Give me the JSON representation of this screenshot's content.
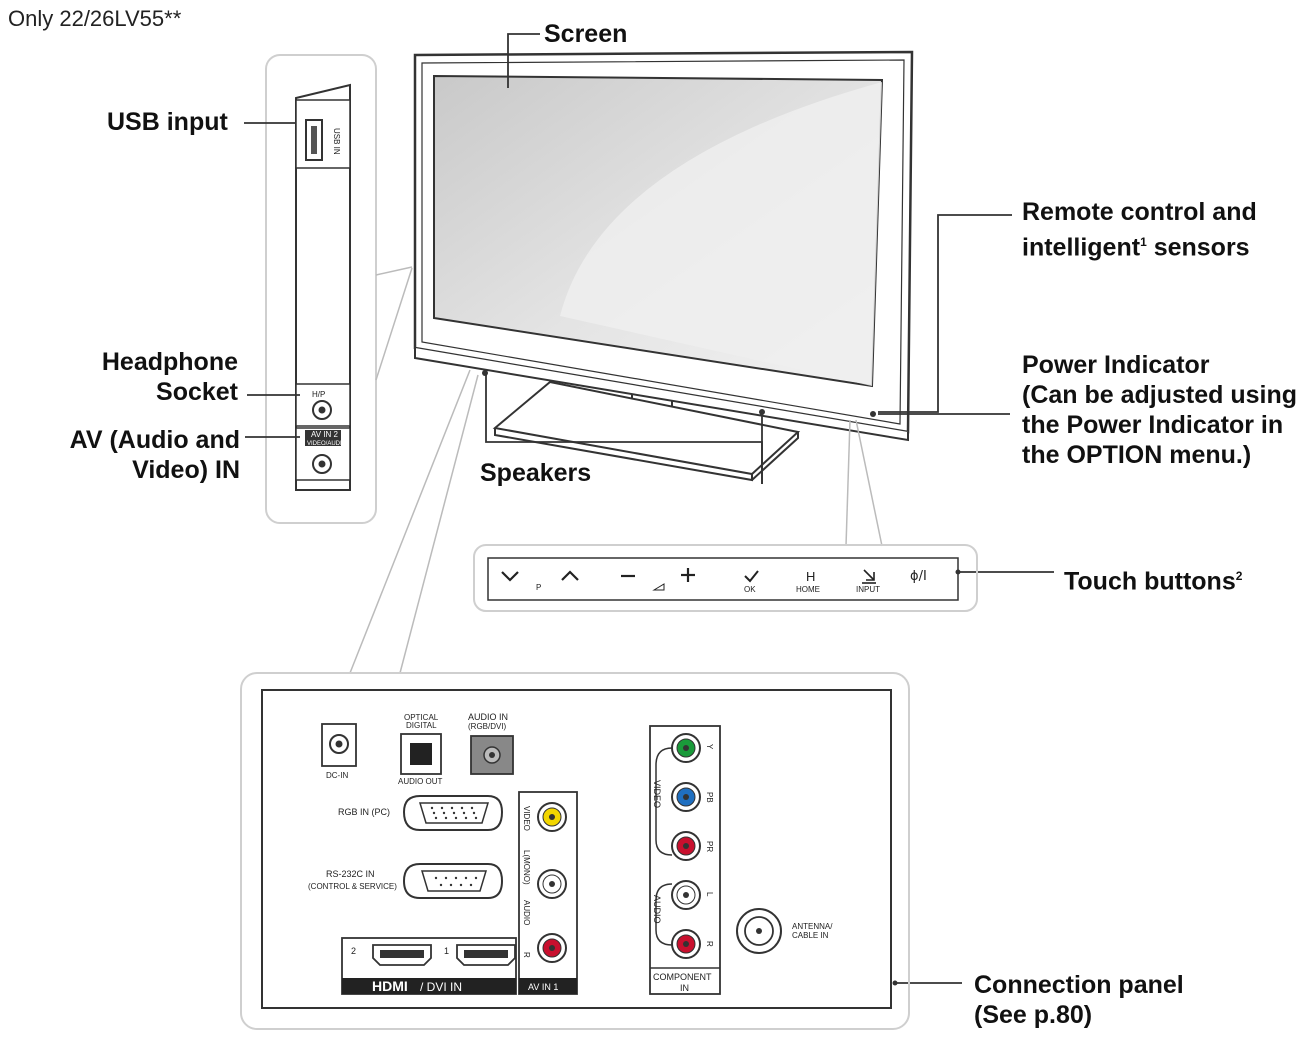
{
  "note": "Only 22/26LV55**",
  "labels": {
    "screen": "Screen",
    "usb_input": "USB input",
    "remote_sensor_line1": "Remote control and",
    "remote_sensor_line2_pre": "intelligent",
    "remote_sensor_sup": "1",
    "remote_sensor_line2_post": " sensors",
    "headphone_line1": "Headphone",
    "headphone_line2": "Socket",
    "av_line1": "AV (Audio and",
    "av_line2": "Video) IN",
    "power_line1": "Power Indicator",
    "power_line2": "(Can be adjusted using",
    "power_line3": "the Power Indicator in",
    "power_line4": "the OPTION menu.)",
    "speakers": "Speakers",
    "touch_buttons": "Touch buttons",
    "touch_sup": "2",
    "connection_line1": "Connection panel",
    "connection_line2": "(See p.80)"
  },
  "side_panel": {
    "usb_port": "USB IN",
    "headphone_port": "H/P",
    "av_port_line1": "AV IN 2",
    "av_port_line2": "VIDEO/AUDIO"
  },
  "touch_bar": {
    "p": "P",
    "ok": "OK",
    "home_symbol": "H",
    "home": "HOME",
    "input": "INPUT",
    "power_symbol": "ɸ/I"
  },
  "connection_panel": {
    "dc_in": "DC-IN",
    "optical_line1": "OPTICAL",
    "optical_line2": "DIGITAL",
    "audio_out": "AUDIO OUT",
    "audio_in_line1": "AUDIO IN",
    "audio_in_line2": "(RGB/DVI)",
    "rgb_in": "RGB IN (PC)",
    "rs232_line1": "RS-232C IN",
    "rs232_line2": "(CONTROL & SERVICE)",
    "hdmi_logo": "HDMI",
    "hdmi_suffix": "/ DVI IN",
    "hdmi_2": "2",
    "hdmi_1": "1",
    "av_video": "VIDEO",
    "av_mono": "L(MONO)",
    "av_audio": "AUDIO",
    "av_r": "R",
    "av_in1": "AV IN 1",
    "comp_y": "Y",
    "comp_pb": "PB",
    "comp_pr": "PR",
    "comp_video": "VIDEO",
    "comp_l": "L",
    "comp_r": "R",
    "comp_audio": "AUDIO",
    "component_line1": "COMPONENT",
    "component_line2": "IN",
    "antenna_line1": "ANTENNA/",
    "antenna_line2": "CABLE IN"
  },
  "colors": {
    "green": "#1a9a3a",
    "blue": "#1f6fc0",
    "red": "#c8102e",
    "yellow": "#f2d600",
    "white_jack": "#ffffff",
    "line": "#333333",
    "panel_border": "#cfcfcf",
    "screen_gray": "#d6d6d6"
  }
}
